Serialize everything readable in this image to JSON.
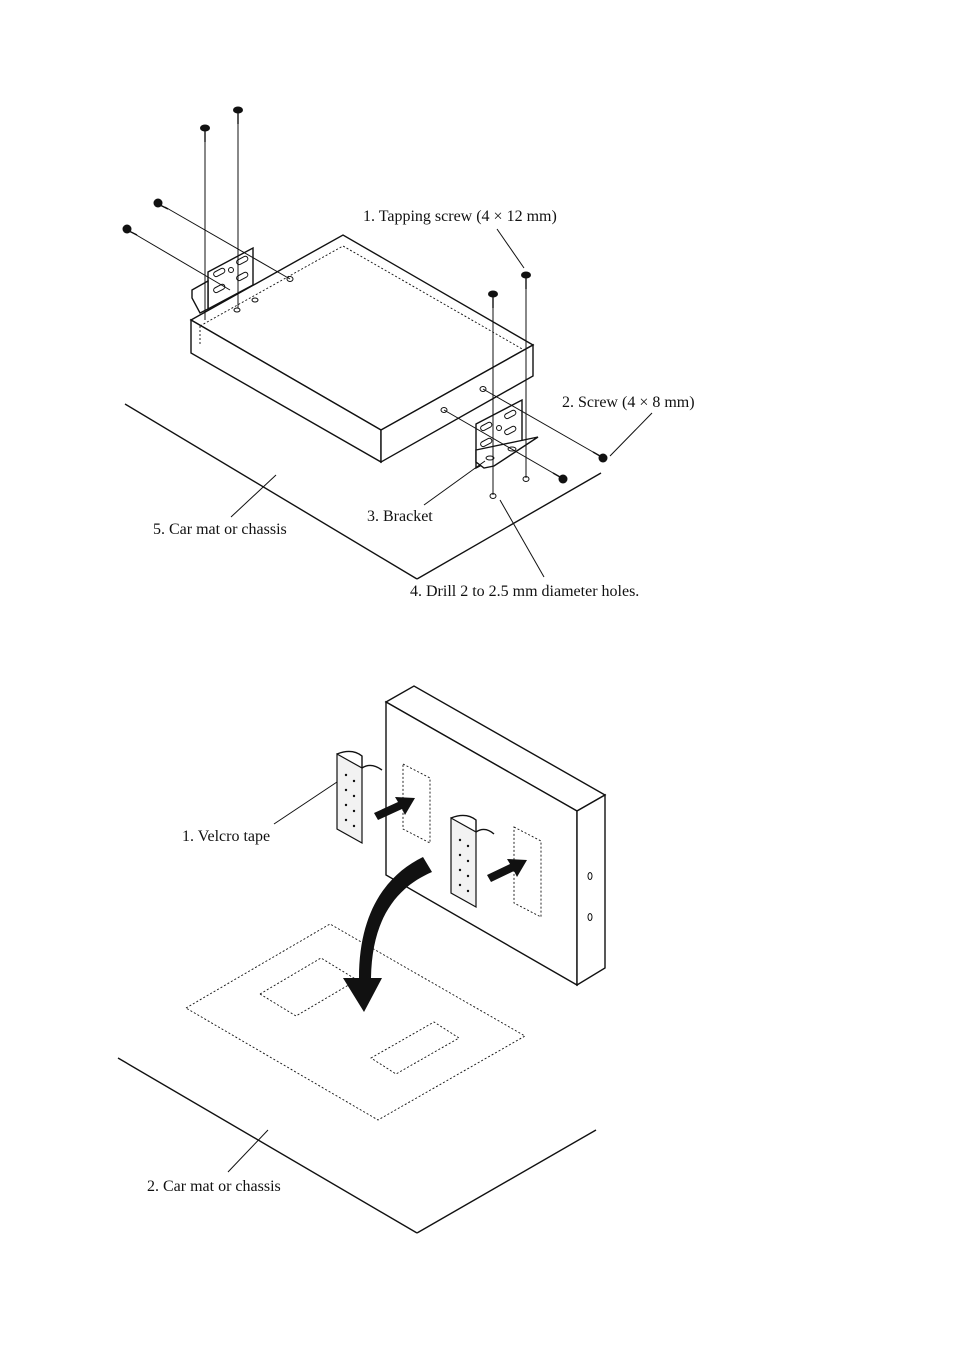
{
  "figure1": {
    "labels": {
      "tapping_screw": "1. Tapping screw (4 × 12 mm)",
      "screw": "2. Screw (4 × 8 mm)",
      "bracket": "3. Bracket",
      "drill_holes": "4. Drill 2 to 2.5 mm diameter holes.",
      "car_mat": "5. Car mat or chassis"
    }
  },
  "figure2": {
    "labels": {
      "velcro_tape": "1. Velcro tape",
      "car_mat": "2. Car mat or chassis"
    }
  }
}
